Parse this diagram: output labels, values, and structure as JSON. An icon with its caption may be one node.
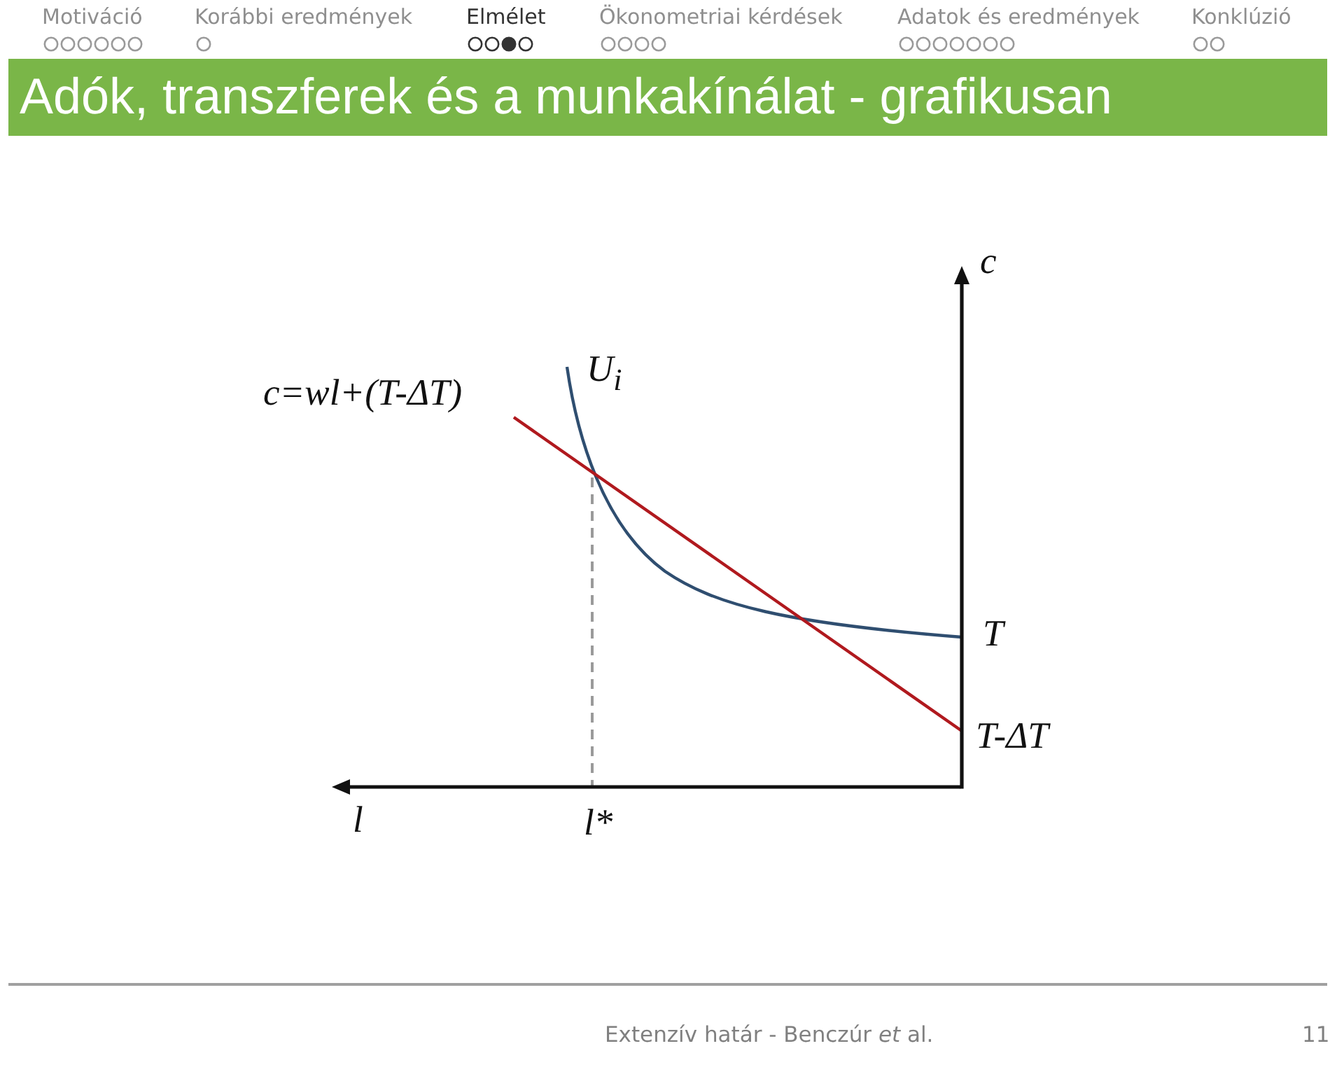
{
  "diagram": {
    "title": "Adók, transzferek és a munkakínálat - grafikusan",
    "labels": [
      "Motiváció",
      "Korábbi eredmények",
      "Elmélet",
      "Ökonometriai kérdések",
      "Adatok és eredmények",
      "Konklúzió",
      "c",
      "c=wl+(T-ΔT)",
      "U$_{i}$",
      "T",
      "T-ΔT",
      "l",
      "l*",
      "Extenzív határ - Benczúr *et* al.",
      "11"
    ]
  }
}
